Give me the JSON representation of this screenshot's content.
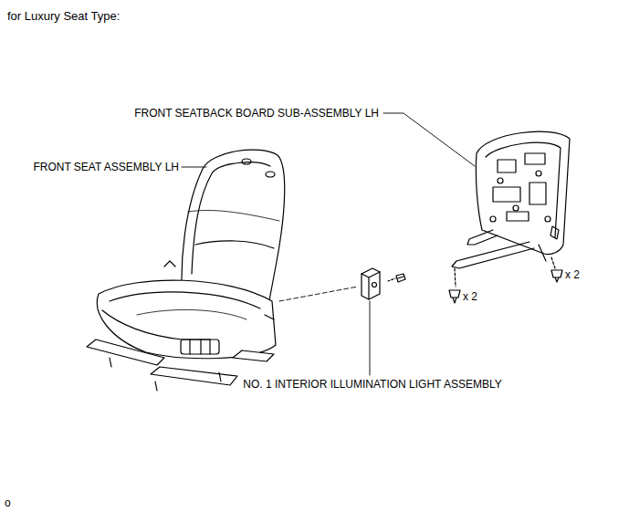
{
  "diagram": {
    "title": "for Luxury Seat Type:",
    "labels": [
      "FRONT SEATBACK BOARD SUB-ASSEMBLY LH",
      "FRONT SEAT ASSEMBLY LH",
      "x 2",
      "x 2",
      "NO. 1 INTERIOR ILLUMINATION LIGHT ASSEMBLY",
      "o"
    ]
  }
}
